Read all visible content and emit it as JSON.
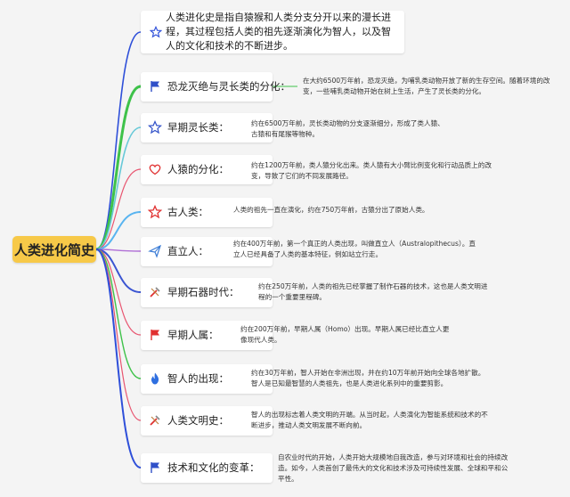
{
  "root": {
    "label": "人类进化简史"
  },
  "intro": {
    "icon": "star-outline-icon",
    "text": "人类进化史是指自猿猴和人类分支分开以来的漫长进程，其过程包括人类的祖先逐渐演化为智人，以及智人的文化和技术的不断进步。"
  },
  "colors": {
    "root": "#f7c948",
    "intro": "#2e4fd9",
    "branches": [
      "#3ec24a",
      "#68c9d8",
      "#e85570",
      "#58b4f0",
      "#b06fd6",
      "#3b55d2",
      "#e85570",
      "#3ec24a",
      "#e85570",
      "#2e4fd9"
    ]
  },
  "branches": [
    {
      "icon": "flag-blue-icon",
      "label": "恐龙灭绝与灵长类的分化：",
      "desc": "在大约6500万年前，恐龙灭绝，为哺乳类动物开放了新的生存空间。随着环境的改变，一些哺乳类动物开始在树上生活，产生了灵长类的分化。"
    },
    {
      "icon": "star-outline-icon",
      "label": "早期灵长类：",
      "desc": "约在6500万年前，灵长类动物的分支逐渐细分，形成了类人猿、古猿和有尾猴等物种。"
    },
    {
      "icon": "heart-outline-icon",
      "label": "人猿的分化：",
      "desc": "约在1200万年前，类人猿分化出来。类人猿有大小臂比例变化和行动品质上的改变，导致了它们的不同发展路径。"
    },
    {
      "icon": "star-red-outline-icon",
      "label": "古人类：",
      "desc": "人类的祖先一直在演化，约在750万年前，古猿分出了原始人类。"
    },
    {
      "icon": "paper-plane-icon",
      "label": "直立人：",
      "desc": "约在400万年前，第一个真正的人类出现，叫做直立人（Australopithecus）。直立人已经具备了人类的基本特征，例如站立行走。"
    },
    {
      "icon": "tools-icon",
      "label": "早期石器时代：",
      "desc": "约在250万年前，人类的祖先已经掌握了制作石器的技术，这也是人类文明进程的一个重要里程碑。"
    },
    {
      "icon": "flag-red-icon",
      "label": "早期人属：",
      "desc": "约在200万年前，早期人属（Homo）出现。早期人属已经比直立人更像现代人类。"
    },
    {
      "icon": "flame-icon",
      "label": "智人的出现：",
      "desc": "约在30万年前，智人开始在非洲出现，并在约10万年前开始向全球各地扩散。智人是已知最智慧的人类祖先，也是人类进化系列中的重要剪影。"
    },
    {
      "icon": "tools-icon",
      "label": "人类文明史：",
      "desc": "智人的出现标志着人类文明的开端。从当时起，人类演化为智能系统和技术的不断进步，推动人类文明发展不断向前。"
    },
    {
      "icon": "flag-blue-icon",
      "label": "技术和文化的变革：",
      "desc": "自农业时代的开始，人类开始大规模地自我改造，参与对环境和社会的持续改造。如今，人类首创了最伟大的文化和技术涉及可持续性发展、全球和平和公平性。"
    }
  ]
}
